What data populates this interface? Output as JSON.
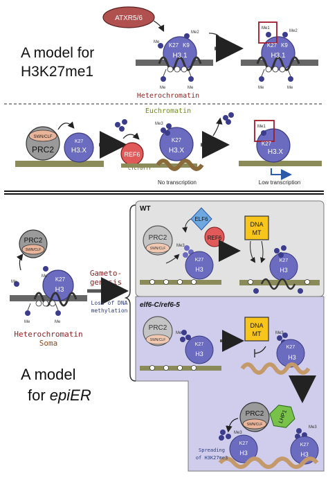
{
  "top": {
    "title_line1": "A model for",
    "title_line2": "H3K27me1",
    "atxr_label": "ATXR5/6",
    "heterochromatin_label": "Heterochromatin",
    "euchromatin_label": "Euchromatin",
    "prc2_label": "PRC2",
    "swn_clf_label": "SWN/CLF",
    "ref6_label": "REF6",
    "motif_label": "CTCTGYTY",
    "no_transcription": "No transcription",
    "low_transcription": "Low transcription",
    "k27": "K27",
    "k9": "K9",
    "h31": "H3.1",
    "h3x": "H3.X",
    "me": "Me",
    "me1": "Me1",
    "me2": "Me2",
    "me3": "Me3"
  },
  "bottom": {
    "title_line1": "A model",
    "title_line2_prefix": "for ",
    "title_line2_italic": "epiER",
    "wt_label": "WT",
    "mutant_label": "elf6-C/ref6-5",
    "elf6_label": "ELF6",
    "ref6_label": "REF6",
    "prc2_label": "PRC2",
    "swn_clf_label": "SWN/CLF",
    "dna_mt_line1": "DNA",
    "dna_mt_line2": "MT",
    "lhp1_label": "LHP1",
    "gameto_line1": "Gameto-",
    "gameto_line2": "genesis",
    "loss_line1": "Loss of DNA",
    "loss_line2": "methylation",
    "heterochromatin_soma_line1": "Heterochromatin",
    "heterochromatin_soma_line2": "Soma",
    "spreading_line1": "Spreading",
    "spreading_line2": "of H3K27me3",
    "k27": "K27",
    "h3": "H3",
    "me": "Me",
    "me3": "Me3"
  }
}
